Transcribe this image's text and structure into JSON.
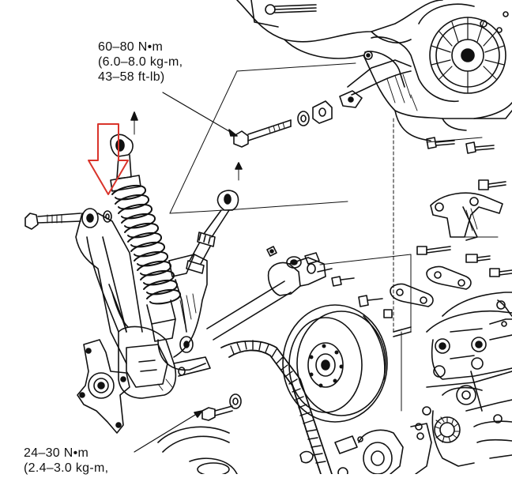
{
  "torque_specs": {
    "top": {
      "line1": "60–80 N•m",
      "line2": "(6.0–8.0 kg-m,",
      "line3": "43–58 ft-lb)"
    },
    "bottom": {
      "line1": "24–30 N•m",
      "line2": "(2.4–3.0 kg-m,"
    }
  },
  "colors": {
    "line": "#111111",
    "highlight_arrow": "#d9342b",
    "background": "#ffffff"
  },
  "icons": {
    "highlight": "down-arrow-outline-icon"
  }
}
